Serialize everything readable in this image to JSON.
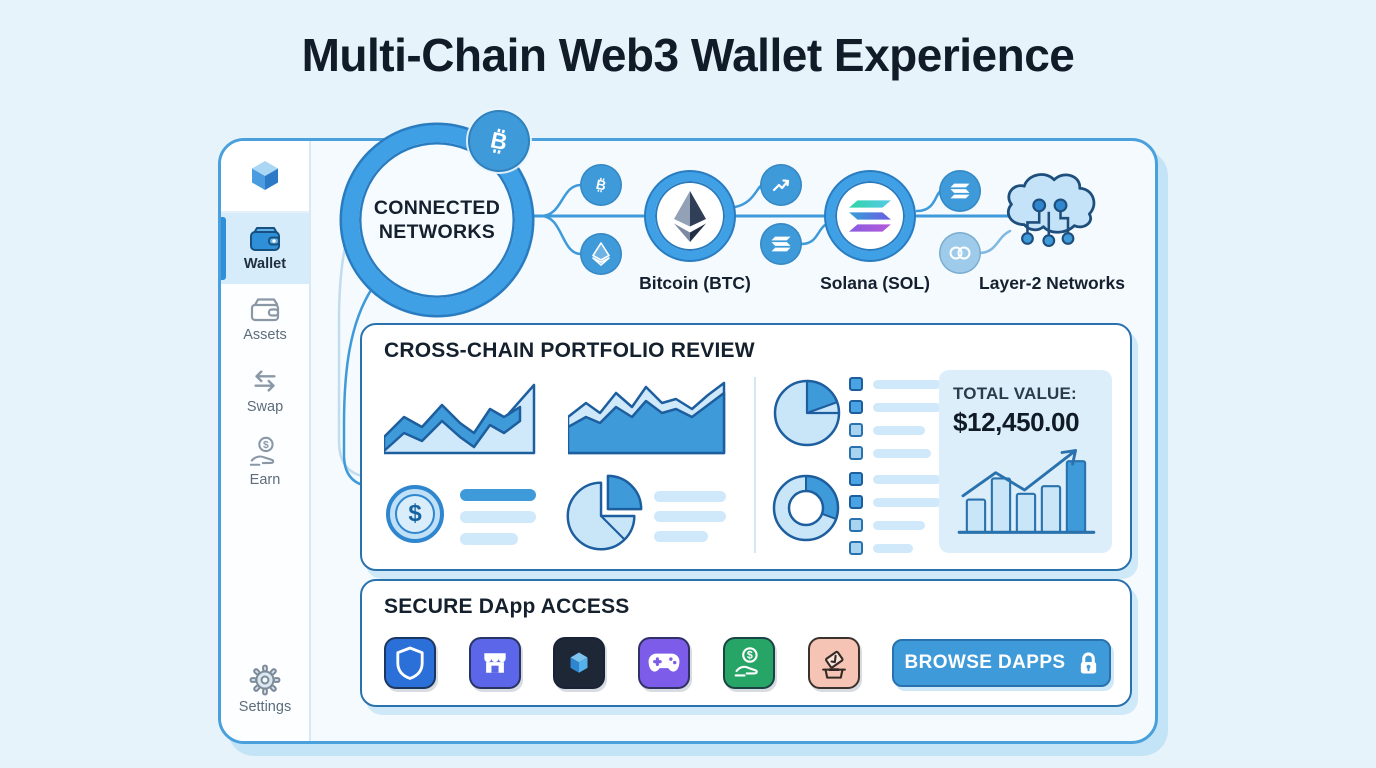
{
  "title": "Multi-Chain Web3 Wallet Experience",
  "colors": {
    "background": "#e6f3fb",
    "panel_border": "#49a0dc",
    "accent_blue": "#3f9ada",
    "ring_blue": "#3fa0e6",
    "card_border": "#2a72ad",
    "dark_text": "#15202e",
    "light_fill": "#cfe8fa"
  },
  "sidebar": {
    "logo_icon": "cube-logo",
    "items": [
      {
        "label": "Wallet",
        "icon": "wallet-icon",
        "active": true
      },
      {
        "label": "Assets",
        "icon": "assets-wallet-icon",
        "active": false
      },
      {
        "label": "Swap",
        "icon": "swap-arrows-icon",
        "active": false
      },
      {
        "label": "Earn",
        "icon": "earn-hand-coin-icon",
        "active": false
      },
      {
        "label": "Settings",
        "icon": "settings-gear-icon",
        "active": false
      }
    ]
  },
  "networks": {
    "hub": {
      "line1": "CONNECTED",
      "line2": "NETWORKS",
      "badge_icon": "bitcoin-icon"
    },
    "nodes": [
      {
        "label": "Bitcoin (BTC)",
        "icon": "ethereum-logo-icon"
      },
      {
        "label": "Solana (SOL)",
        "icon": "solana-logo-icon"
      },
      {
        "label": "Layer-2 Networks",
        "icon": "layer2-cloud-icon"
      }
    ],
    "mini_badges": [
      "bitcoin-icon",
      "ethereum-icon",
      "trending-up-icon",
      "solana-icon",
      "solana-icon",
      "chain-link-icon"
    ]
  },
  "portfolio": {
    "title": "CROSS-CHAIN PORTFOLIO REVIEW",
    "total_label": "TOTAL VALUE:",
    "total_value": "$12,450.00"
  },
  "dapps": {
    "title": "SECURE DApp ACCESS",
    "button_label": "BROWSE DAPPS",
    "button_icon": "lock-icon",
    "tiles": [
      {
        "name": "shield-dapp",
        "bg": "#2b6fd8"
      },
      {
        "name": "store-dapp",
        "bg": "#5b67e8"
      },
      {
        "name": "cube-dapp",
        "bg": "#1d2736"
      },
      {
        "name": "gamepad-dapp",
        "bg": "#7c5ce8"
      },
      {
        "name": "finance-dapp",
        "bg": "#27a567"
      },
      {
        "name": "ballot-dapp",
        "bg": "#f6c4b4"
      }
    ]
  }
}
